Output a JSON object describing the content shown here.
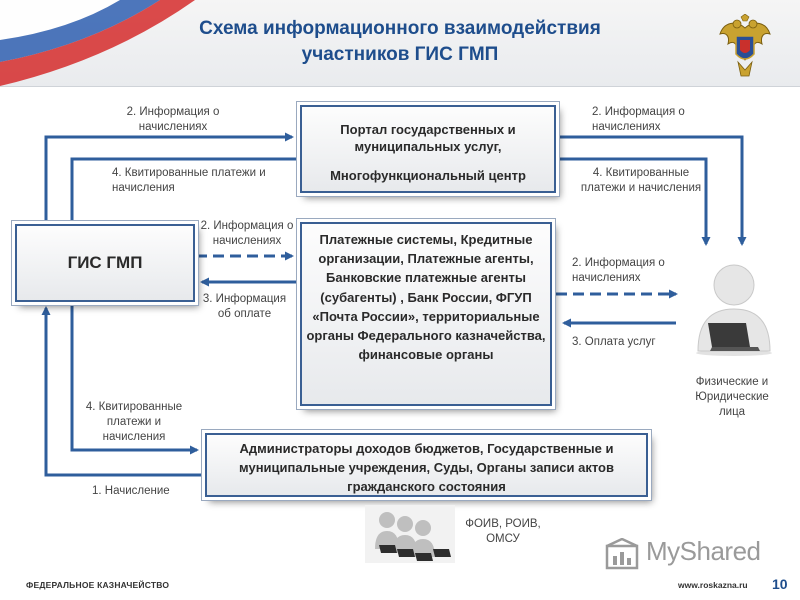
{
  "header": {
    "title_line1": "Схема информационного взаимодействия",
    "title_line2": "участников ГИС ГМП"
  },
  "boxes": {
    "gis": "ГИС ГМП",
    "portal_line1": "Портал государственных и муниципальных услуг,",
    "portal_line2": "Многофункциональный центр",
    "payment_systems": "Платежные системы, Кредитные организации, Платежные агенты, Банковские платежные агенты (субагенты) , Банк России, ФГУП «Почта России», территориальные органы Федерального казначейства, финансовые органы",
    "administrators": "Администраторы доходов бюджетов, Государственные и муниципальные учреждения, Суды, Органы записи актов гражданского состояния"
  },
  "labels": {
    "info_accruals_top_left": "2. Информация о начислениях",
    "receipted_left_top": "4. Квитированные платежи и начисления",
    "info_accruals_mid": "2. Информация о начислениях",
    "info_payment": "3. Информация об оплате",
    "receipted_left_bottom": "4. Квитированные платежи и начисления",
    "accrual": "1. Начисление",
    "info_accruals_top_right": "2. Информация о начислениях",
    "receipted_right": "4. Квитированные платежи и начисления",
    "info_accruals_right_mid": "2. Информация о начислениях",
    "payment_services": "3. Оплата услуг",
    "individuals": "Физические и Юридические лица",
    "foiv": "ФОИВ, РОИВ, ОМСУ"
  },
  "footer": {
    "org": "ФЕДЕРАЛЬНОЕ КАЗНАЧЕЙСТВО",
    "url": "www.roskazna.ru",
    "page": "10"
  },
  "watermark": "MyShared",
  "colors": {
    "title": "#1e4d8c",
    "arrow": "#2f5e9c",
    "box_border": "#3a5f93"
  },
  "icons": {
    "emblem": "double-headed-eagle-emblem",
    "person": "person-with-laptop-icon",
    "group": "group-with-headsets-icon",
    "watermark": "myshared-logo"
  }
}
